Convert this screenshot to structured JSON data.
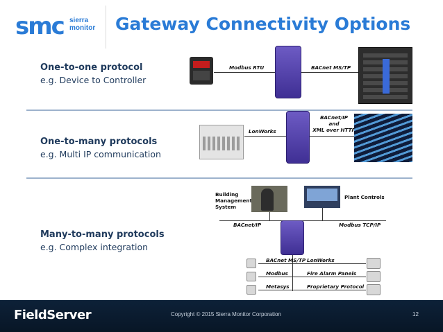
{
  "header": {
    "logo_mark": "smc",
    "logo_sub_1": "sierra",
    "logo_sub_2": "monitor",
    "title": "Gateway Connectivity Options"
  },
  "rows": [
    {
      "heading": "One-to-one protocol",
      "sub": "e.g. Device to Controller"
    },
    {
      "heading": "One-to-many protocols",
      "sub": "e.g. Multi IP communication"
    },
    {
      "heading": "Many-to-many protocols",
      "sub": "e.g. Complex integration"
    }
  ],
  "diagram1": {
    "left_label": "Modbus RTU",
    "right_label": "BACnet MS/TP"
  },
  "diagram2": {
    "left_label": "LonWorks",
    "right_label_1": "BACnet/IP",
    "right_label_2": "and",
    "right_label_3": "XML over HTTP"
  },
  "diagram3": {
    "bms_label_1": "Building",
    "bms_label_2": "Management",
    "bms_label_3": "System",
    "plant_label": "Plant Controls",
    "bus_left": "BACnet/IP",
    "bus_right": "Modbus TCP/IP",
    "left_protocols": [
      "BACnet MS/TP",
      "Modbus",
      "Metasys"
    ],
    "right_protocols": [
      "LonWorks",
      "Fire Alarm Panels",
      "Proprietary Protocol"
    ]
  },
  "footer": {
    "brand": "FieldServer",
    "copyright": "Copyright © 2015 Sierra Monitor Corporation",
    "page_number": "12"
  },
  "colors": {
    "brand_blue": "#2a7bd6",
    "text_navy": "#1f3a5c",
    "footer_bg": "#0d2138",
    "gateway_purple": "#5040b0"
  }
}
